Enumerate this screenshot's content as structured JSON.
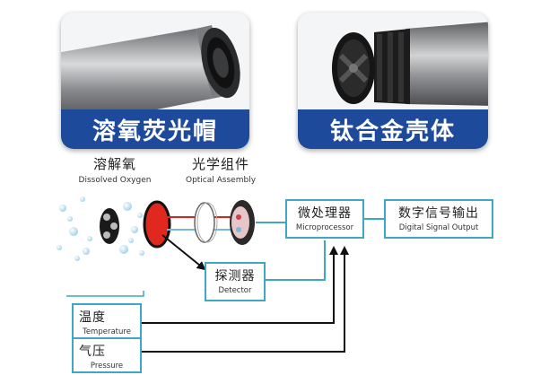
{
  "product_cards": [
    {
      "label": "溶氧荧光帽",
      "image": "sensor-cap-photo"
    },
    {
      "label": "钛合金壳体",
      "image": "titanium-housing-photo"
    }
  ],
  "components": {
    "dissolved_oxygen": {
      "cn": "溶解氧",
      "en": "Dissolved Oxygen"
    },
    "optical_assembly": {
      "cn": "光学组件",
      "en": "Optical Assembly"
    }
  },
  "boxes": {
    "microprocessor": {
      "cn": "微处理器",
      "en": "Microprocessor"
    },
    "digital_output": {
      "cn": "数字信号输出",
      "en": "Digital Signal Output"
    },
    "detector": {
      "cn": "探测器",
      "en": "Detector"
    },
    "temperature": {
      "cn": "温度",
      "en": "Temperature"
    },
    "pressure": {
      "cn": "气压",
      "en": "Pressure"
    }
  },
  "colors": {
    "banner": "#1e4a9b",
    "box_border": "#3fa7c4",
    "red_disc": "#e0281f",
    "bubbles": "#bfe3f5"
  }
}
